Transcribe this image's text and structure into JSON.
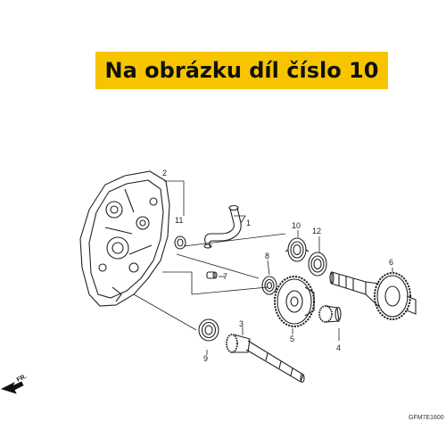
{
  "banner": {
    "text": "Na obrázku díl číslo 10"
  },
  "callouts": [
    {
      "id": "1",
      "label": "1"
    },
    {
      "id": "2",
      "label": "2"
    },
    {
      "id": "3",
      "label": "3"
    },
    {
      "id": "4",
      "label": "4"
    },
    {
      "id": "5",
      "label": "5"
    },
    {
      "id": "6",
      "label": "6"
    },
    {
      "id": "7",
      "label": "7"
    },
    {
      "id": "8",
      "label": "8"
    },
    {
      "id": "9",
      "label": "9"
    },
    {
      "id": "10",
      "label": "10"
    },
    {
      "id": "11",
      "label": "11"
    },
    {
      "id": "12",
      "label": "12"
    }
  ],
  "direction": {
    "label": "FR.",
    "icon": "front-arrow-icon"
  },
  "diagram_code": "GFM7E1600",
  "colors": {
    "banner": "#f6c500",
    "line": "#222222"
  }
}
